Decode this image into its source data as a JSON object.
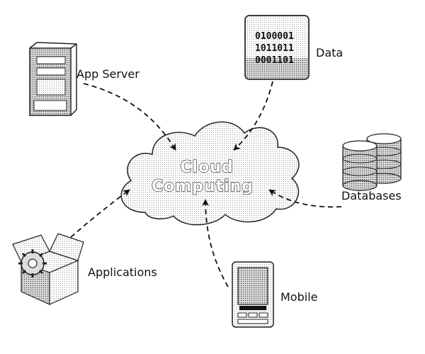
{
  "cloud": {
    "line1": "Cloud",
    "line2": "Computing"
  },
  "nodes": {
    "app_server": {
      "label": "App Server"
    },
    "data": {
      "label": "Data",
      "bits": [
        "0100001",
        "1011011",
        "0001101"
      ]
    },
    "databases": {
      "label": "Databases"
    },
    "applications": {
      "label": "Applications"
    },
    "mobile": {
      "label": "Mobile"
    }
  }
}
